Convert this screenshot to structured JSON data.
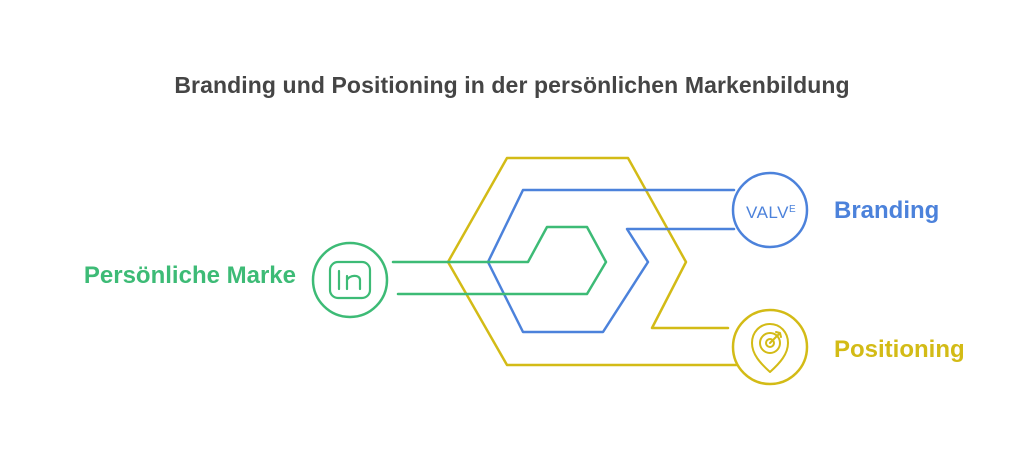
{
  "title": "Branding und Positioning in der persönlichen Markenbildung",
  "nodes": {
    "persona": {
      "label": "Persönliche Marke",
      "icon": "linkedin-logo",
      "color": "#3dbb76"
    },
    "branding": {
      "label": "Branding",
      "icon": "valve-logo",
      "logo_text": "VALVE",
      "color": "#4c82db"
    },
    "positioning": {
      "label": "Positioning",
      "icon": "target-pin-icon",
      "color": "#d3bb16"
    }
  }
}
